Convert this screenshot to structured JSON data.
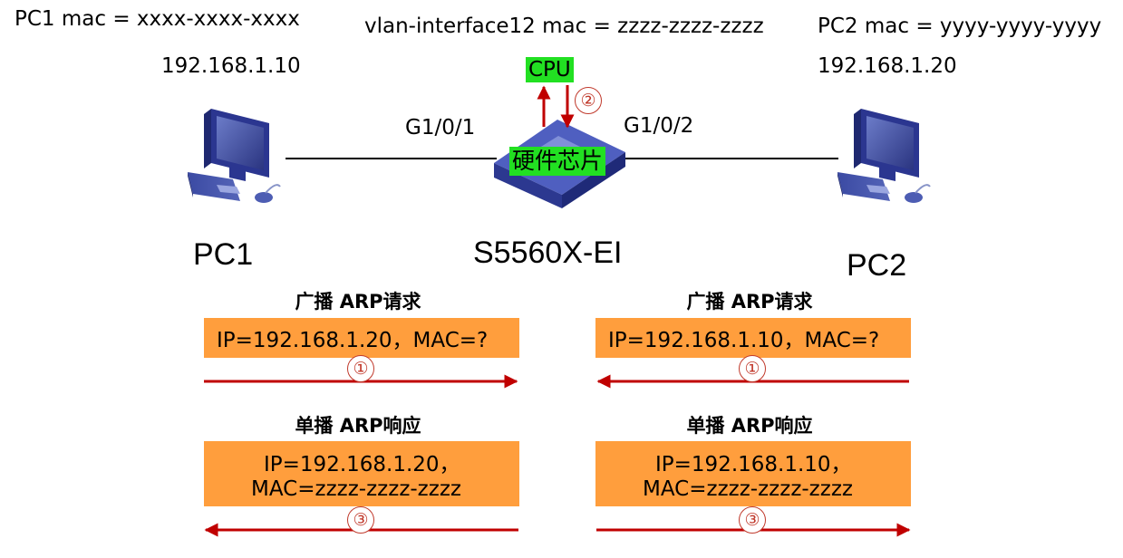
{
  "top": {
    "pc1_mac": "PC1 mac = xxxx-xxxx-xxxx",
    "pc1_ip": "192.168.1.10",
    "vlan_mac": "vlan-interface12 mac = zzzz-zzzz-zzzz",
    "pc2_mac": "PC2 mac = yyyy-yyyy-yyyy",
    "pc2_ip": "192.168.1.20"
  },
  "switch": {
    "cpu_label": "CPU",
    "chip_label": "硬件芯片",
    "model": "S5560X-EI",
    "port_left": "G1/0/1",
    "port_right": "G1/0/2",
    "cpu_step": "②"
  },
  "hosts": {
    "pc1": "PC1",
    "pc2": "PC2"
  },
  "left": {
    "request_title": "广播 ARP请求",
    "request_text": "IP=192.168.1.20，MAC=?",
    "request_step": "①",
    "reply_title": "单播 ARP响应",
    "reply_line1": "IP=192.168.1.20，",
    "reply_line2": "MAC=zzzz-zzzz-zzzz",
    "reply_step": "③"
  },
  "right": {
    "request_title": "广播 ARP请求",
    "request_text": "IP=192.168.1.10，MAC=?",
    "request_step": "①",
    "reply_title": "单播 ARP响应",
    "reply_line1": "IP=192.168.1.10，",
    "reply_line2": "MAC=zzzz-zzzz-zzzz",
    "reply_step": "③"
  },
  "colors": {
    "box_fill": "#FF9E3D",
    "arrow": "#C00000",
    "highlight": "#22E022",
    "device": "#2E3A8C"
  },
  "icons": [
    "desktop-pc-icon",
    "switch-icon"
  ]
}
